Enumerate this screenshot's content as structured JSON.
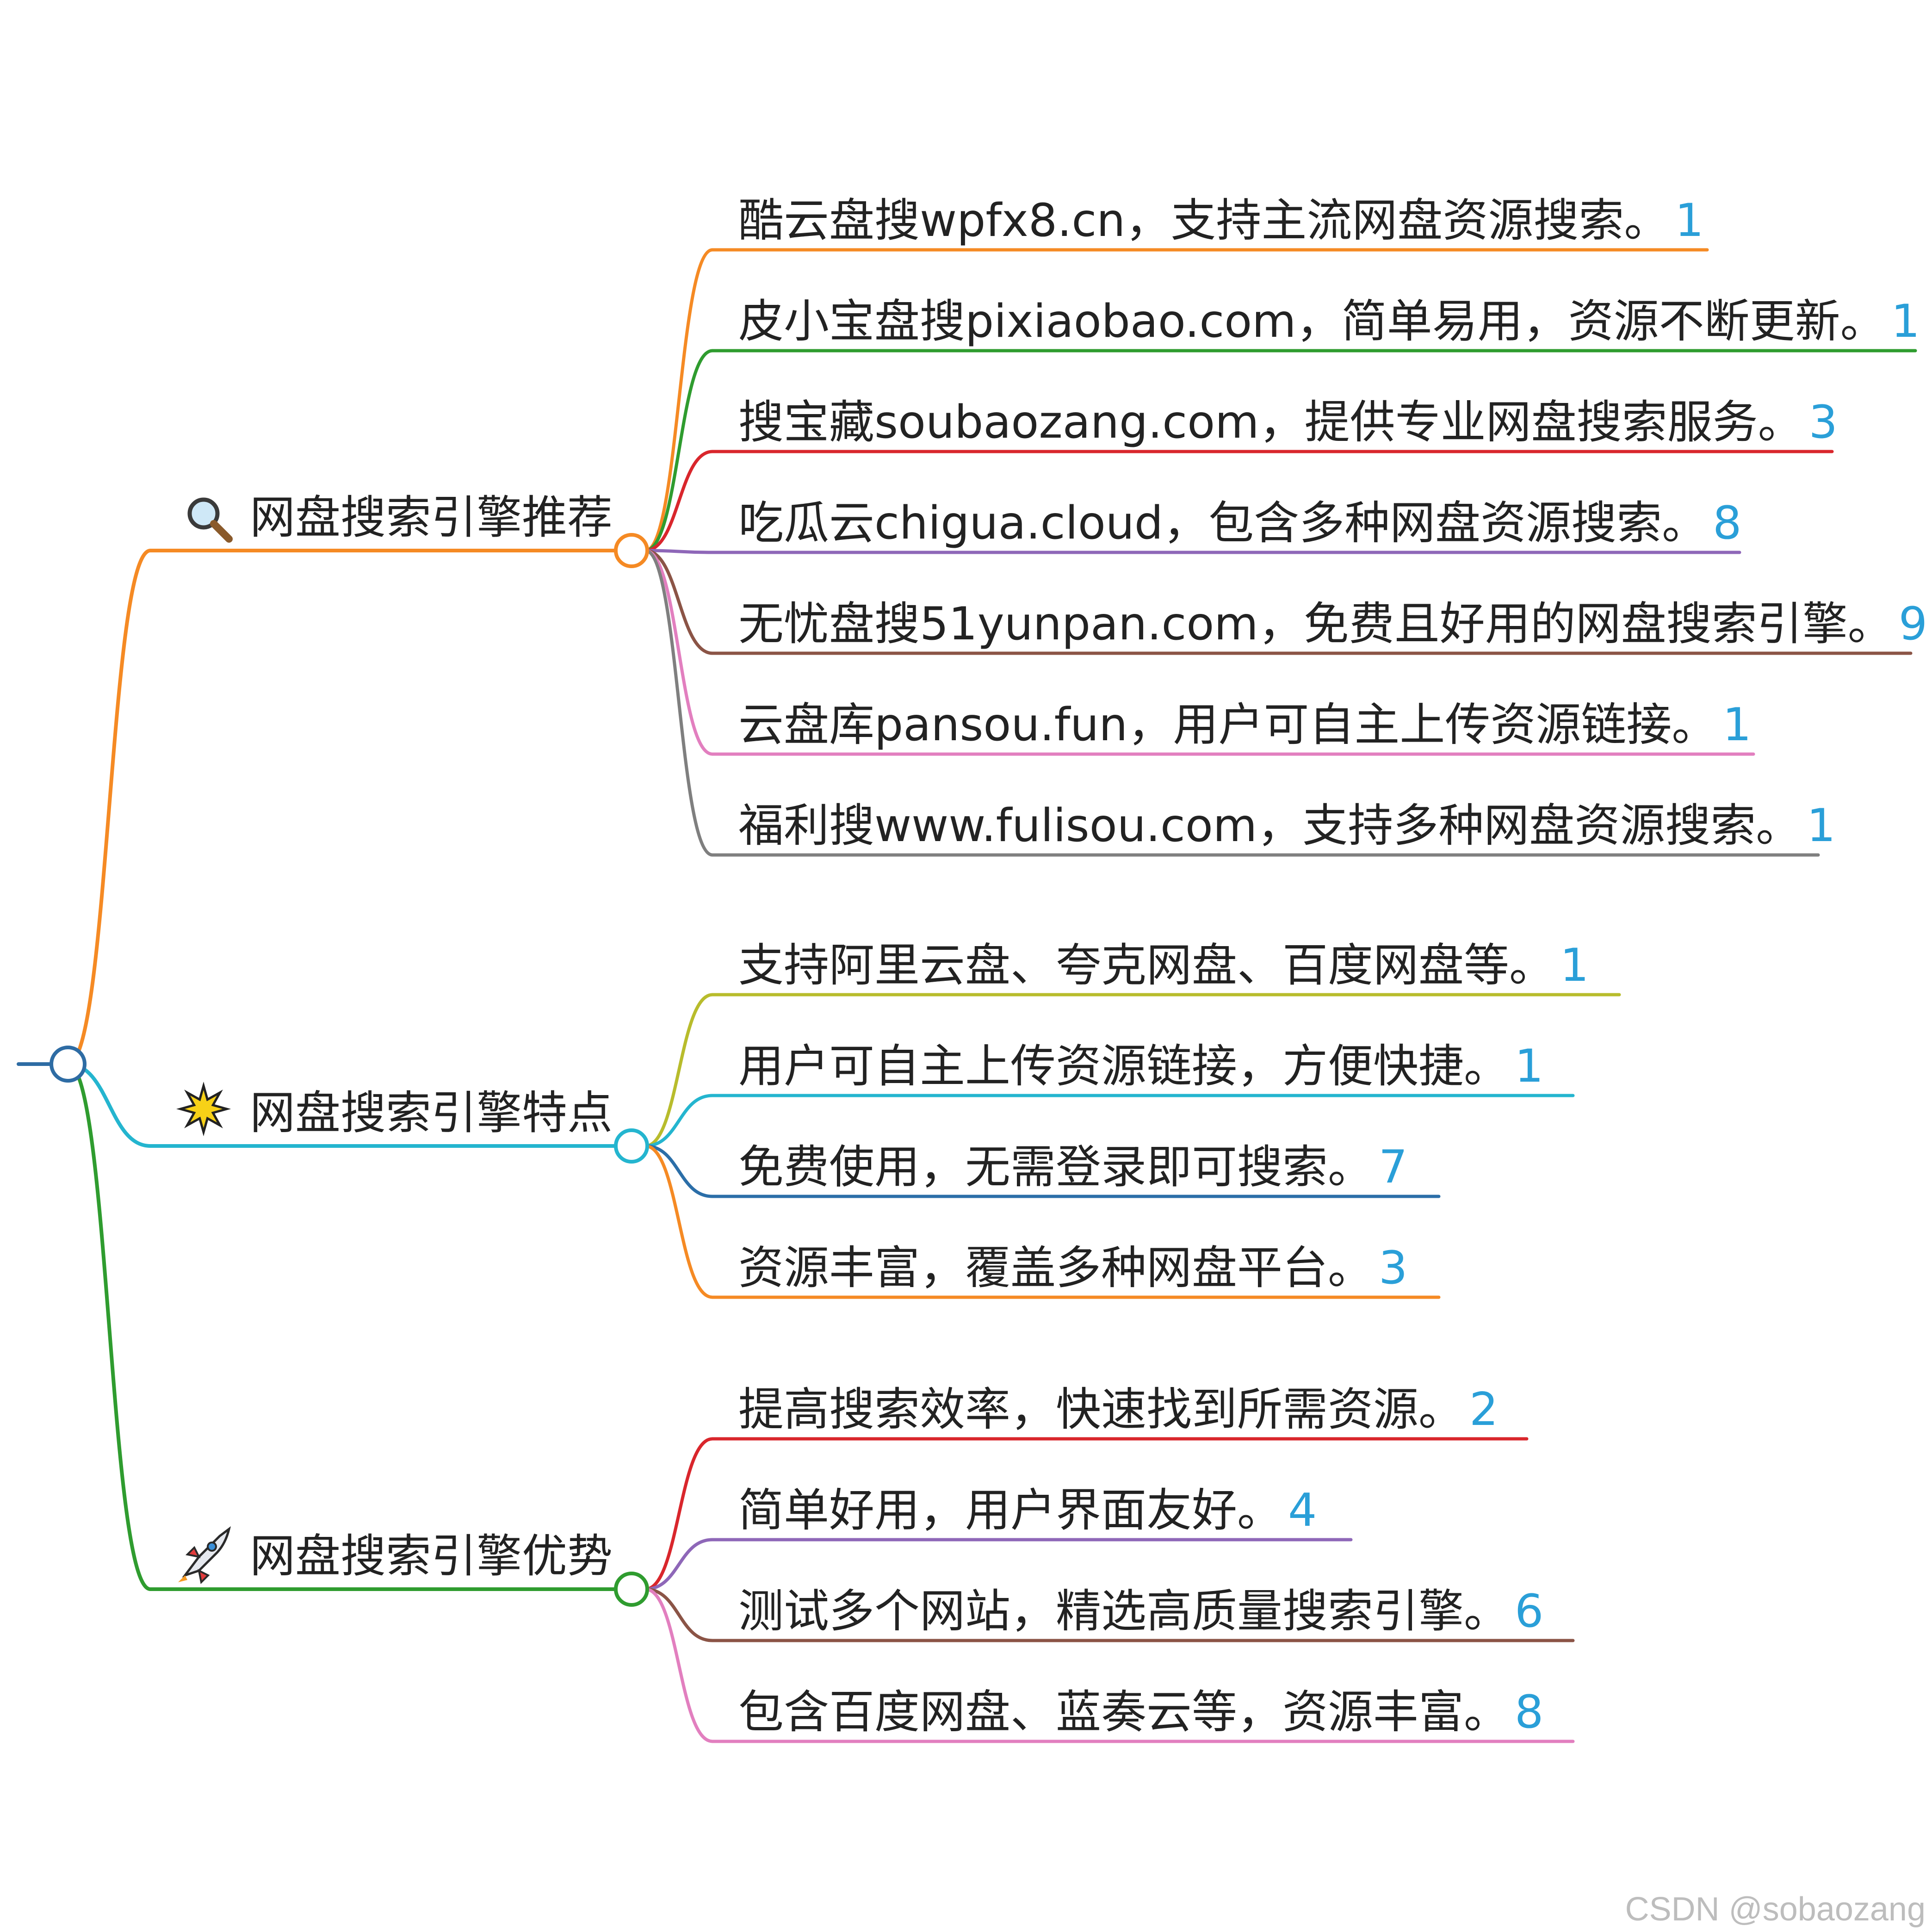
{
  "mindmap": {
    "colors": {
      "root": "#2e6ca4",
      "number": "#2a9fd8"
    },
    "branches": [
      {
        "icon": "magnifier-icon",
        "label": "网盘搜索引擎推荐",
        "color": "#f58a24",
        "items": [
          {
            "text": "酷云盘搜wpfx8.cn，支持主流网盘资源搜索。",
            "num": "1",
            "color": "#f58a24"
          },
          {
            "text": "皮小宝盘搜pixiaobao.com，简单易用，资源不断更新。",
            "num": "1",
            "color": "#2f9c2f"
          },
          {
            "text": "搜宝藏soubaozang.com，提供专业网盘搜索服务。",
            "num": "3",
            "color": "#d9262c"
          },
          {
            "text": "吃瓜云chigua.cloud，包含多种网盘资源搜索。",
            "num": "8",
            "color": "#8e67b8"
          },
          {
            "text": "无忧盘搜51yunpan.com，免费且好用的网盘搜索引擎。",
            "num": "9",
            "color": "#8b5446"
          },
          {
            "text": "云盘库pansou.fun，用户可自主上传资源链接。",
            "num": "1",
            "color": "#e27fbf"
          },
          {
            "text": "福利搜www.fulisou.com，支持多种网盘资源搜索。",
            "num": "1",
            "color": "#7f7f7f"
          }
        ]
      },
      {
        "icon": "sparkle-icon",
        "label": "网盘搜索引擎特点",
        "color": "#24b5cf",
        "items": [
          {
            "text": "支持阿里云盘、夸克网盘、百度网盘等。",
            "num": "1",
            "color": "#b8bc2c"
          },
          {
            "text": "用户可自主上传资源链接，方便快捷。",
            "num": "1",
            "color": "#24b5cf"
          },
          {
            "text": "免费使用，无需登录即可搜索。",
            "num": "7",
            "color": "#2b6ea8"
          },
          {
            "text": "资源丰富，覆盖多种网盘平台。",
            "num": "3",
            "color": "#f58a24"
          }
        ]
      },
      {
        "icon": "rocket-icon",
        "label": "网盘搜索引擎优势",
        "color": "#2f9c2f",
        "items": [
          {
            "text": "提高搜索效率，快速找到所需资源。",
            "num": "2",
            "color": "#d9262c"
          },
          {
            "text": "简单好用，用户界面友好。",
            "num": "4",
            "color": "#8e67b8"
          },
          {
            "text": "测试多个网站，精选高质量搜索引擎。",
            "num": "6",
            "color": "#8b5446"
          },
          {
            "text": "包含百度网盘、蓝奏云等，资源丰富。",
            "num": "8",
            "color": "#e27fbf"
          }
        ]
      }
    ]
  },
  "watermark": "CSDN @sobaozang"
}
